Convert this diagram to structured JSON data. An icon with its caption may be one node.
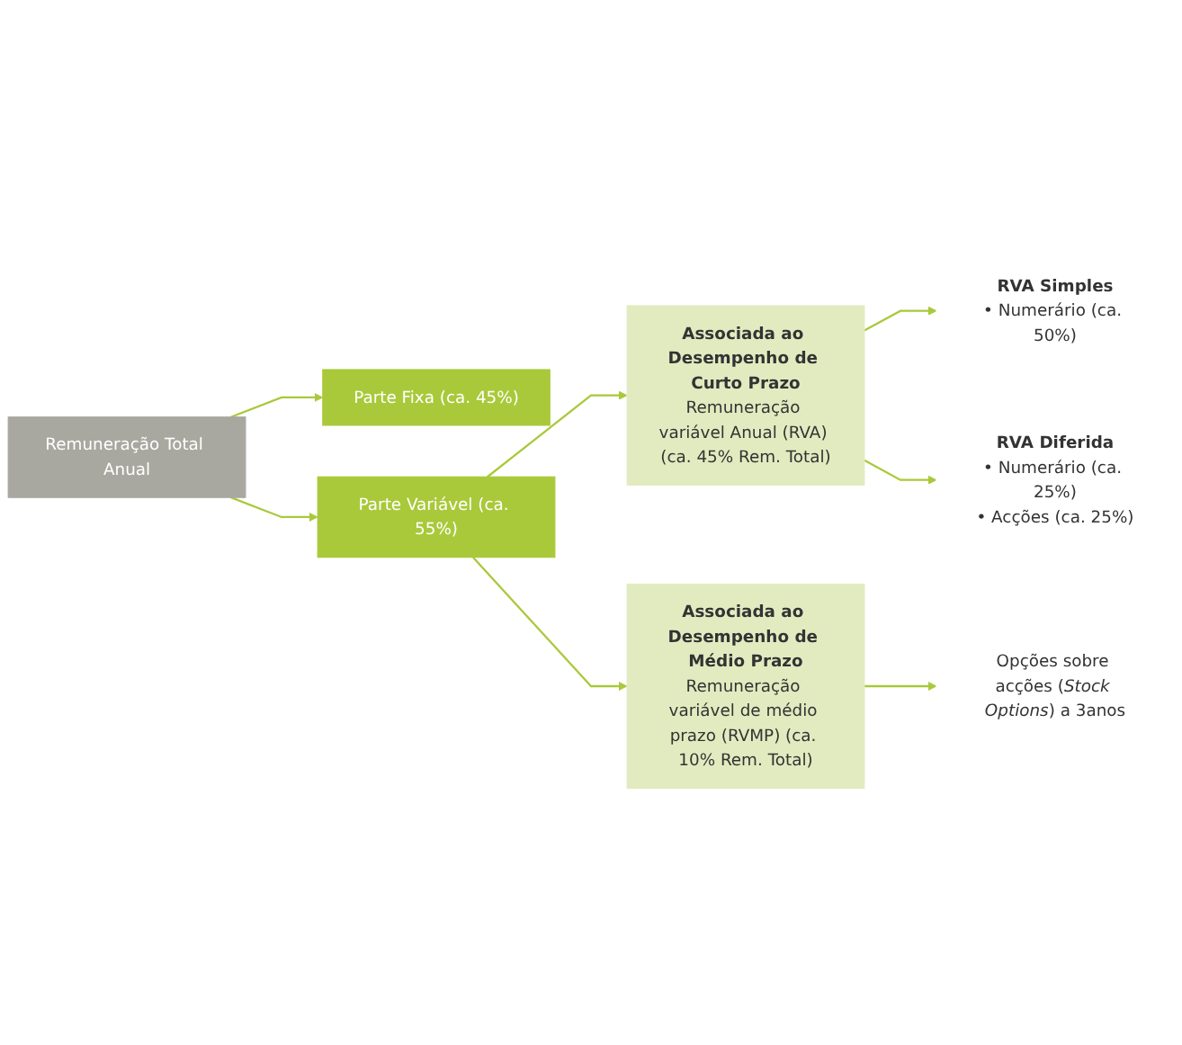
{
  "diagram": {
    "nodes": [
      {
        "text": [
          "Remuneração Total Anual"
        ]
      },
      {
        "text": [
          "Parte Fixa (ca. 45%)"
        ]
      },
      {
        "text": [
          "Parte Variável (ca. 55%)"
        ]
      },
      {
        "text": [
          "Associada ao Desempenho de Curto Prazo",
          "Remuneração variável Anual (RVA) (ca. 45% Rem. Total)"
        ]
      },
      {
        "text": [
          "Associada ao Desempenho de Médio Prazo",
          "Remuneração variável de médio prazo (RVMP) (ca. 10% Rem. Total)"
        ]
      },
      {
        "text": [
          "RVA Simples",
          "• Numerário (ca. 50%)"
        ]
      },
      {
        "text": [
          "RVA Diferida",
          "• Numerário (ca. 25%)",
          "• Acções (ca. 25%)"
        ]
      },
      {
        "text": [
          "Opções sobre acções (*Stock Options*) a 3anos"
        ]
      }
    ],
    "edges": [
      {
        "from": 0,
        "to": 1,
        "arrow": "to"
      },
      {
        "from": 0,
        "to": 2,
        "arrow": "to"
      },
      {
        "from": 2,
        "to": 3,
        "arrow": "to"
      },
      {
        "from": 2,
        "to": 4,
        "arrow": "to"
      },
      {
        "from": 3,
        "to": 5,
        "arrow": "to"
      },
      {
        "from": 3,
        "to": 6,
        "arrow": "to"
      },
      {
        "from": 4,
        "to": 7,
        "arrow": "to"
      }
    ]
  }
}
